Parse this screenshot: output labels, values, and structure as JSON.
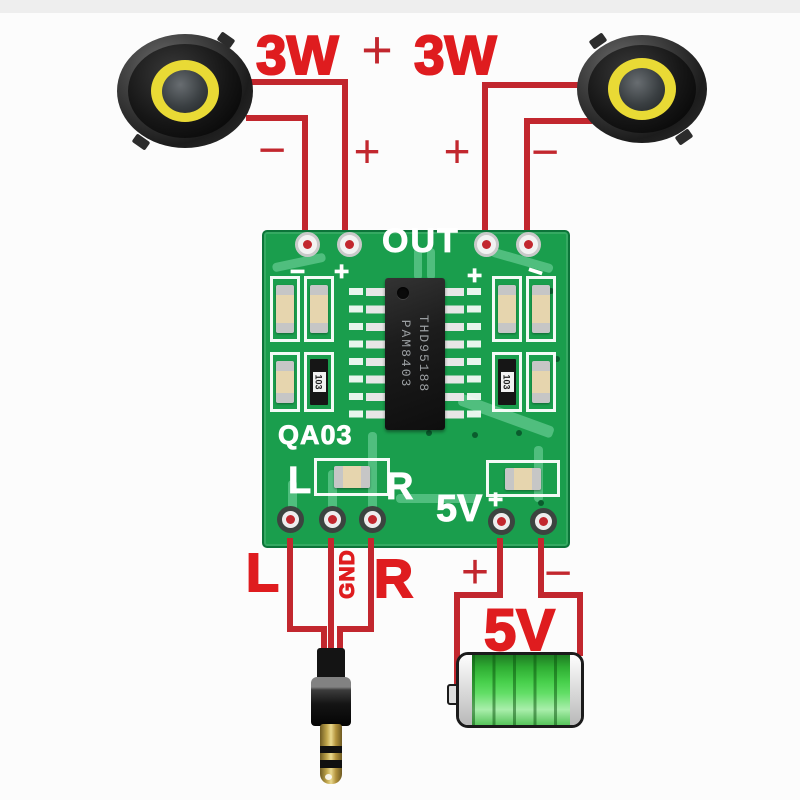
{
  "speakers": {
    "left_power": "3W",
    "joiner": "+",
    "right_power": "3W"
  },
  "wire_marks": {
    "left_minus": "−",
    "left_plus": "+",
    "right_plus": "+",
    "right_minus": "−"
  },
  "board": {
    "out_label": "OUT",
    "silk_marks": {
      "left_minus": "−",
      "left_plus": "+",
      "right_plus": "+",
      "right_minus": "−",
      "five_v_plus": "+"
    },
    "ic": {
      "line1": "PAM8403",
      "line2": "THD95188"
    },
    "left_resistor_code": "103",
    "right_resistor_code": "103",
    "model": "QA03",
    "left_label": "L",
    "right_label": "R",
    "power_label": "5V"
  },
  "input": {
    "left": "L",
    "ground": "GND",
    "right": "R"
  },
  "power": {
    "plus": "+",
    "minus": "−",
    "voltage": "5V"
  },
  "colors": {
    "red_text": "#df1c1f",
    "red_wire": "#c2272e",
    "board_green": "#1a9e4d",
    "trace_green": "#5ac387",
    "battery_green": "#47cf4b",
    "ring_yellow": "#e9da35",
    "jack_gold": "#c3a84e"
  }
}
